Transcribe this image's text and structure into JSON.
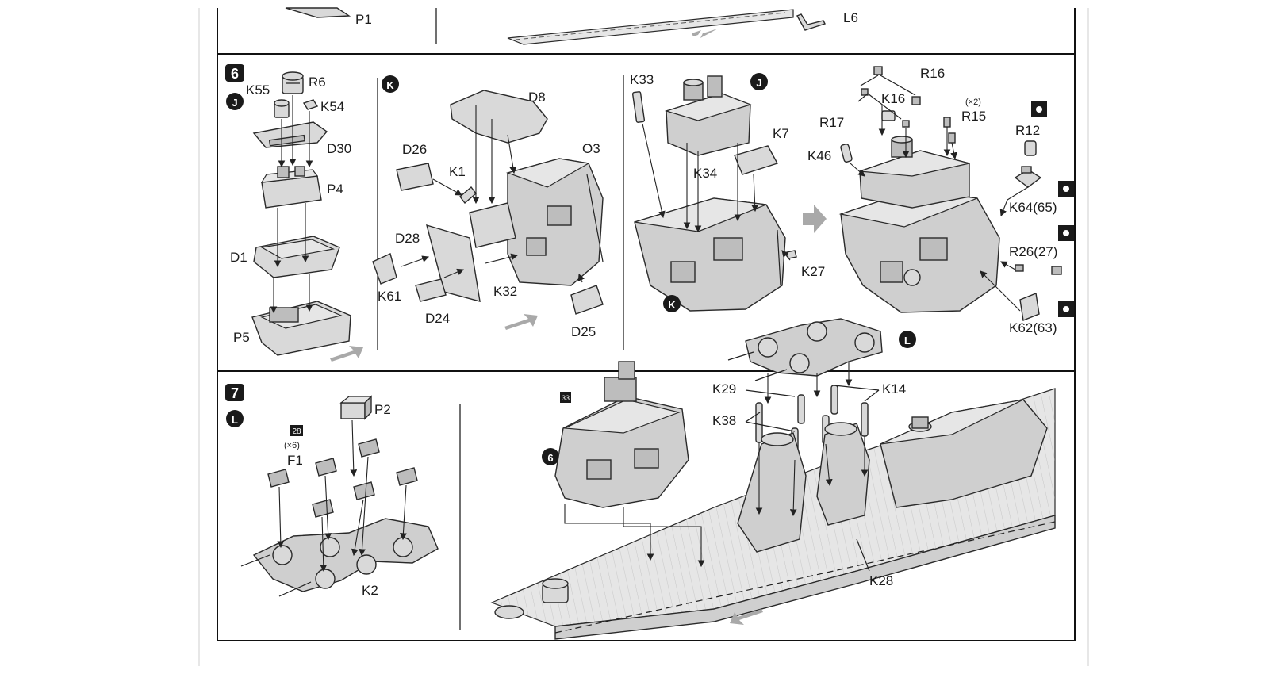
{
  "steps": {
    "step6": {
      "number": "6"
    },
    "step7": {
      "number": "7"
    }
  },
  "markers": {
    "J": "J",
    "K": "K",
    "L": "L"
  },
  "top_strip": {
    "p1": "P1",
    "l6": "L6"
  },
  "step6_panel1": {
    "k55": "K55",
    "r6": "R6",
    "k54": "K54",
    "d30": "D30",
    "p4": "P4",
    "d1": "D1",
    "p5": "P5"
  },
  "step6_panel2": {
    "d8": "D8",
    "o3": "O3",
    "d26": "D26",
    "k1": "K1",
    "d28": "D28",
    "k61": "K61",
    "d24": "D24",
    "k32": "K32",
    "d25": "D25"
  },
  "step6_panel3": {
    "k33": "K33",
    "k34": "K34",
    "k7": "K7",
    "k27": "K27"
  },
  "step6_panel4": {
    "r16": "R16",
    "k16": "K16",
    "r17": "R17",
    "x2": "(×2)",
    "r15": "R15",
    "r12": "R12",
    "k46": "K46",
    "k64": "K64(65)",
    "r26": "R26(27)",
    "k62": "K62(63)"
  },
  "step7_panel1": {
    "p2": "P2",
    "badge28": "28",
    "x6": "(×6)",
    "f1": "F1",
    "k2": "K2"
  },
  "step7_panel2": {
    "badge33": "33",
    "step6_ref": "6",
    "k29": "K29",
    "k38": "K38",
    "k14": "K14",
    "k28": "K28"
  },
  "colors": {
    "ink": "#1c1c1c",
    "part": "#d9d9d9",
    "flow_arrow": "#a9a9a9"
  }
}
